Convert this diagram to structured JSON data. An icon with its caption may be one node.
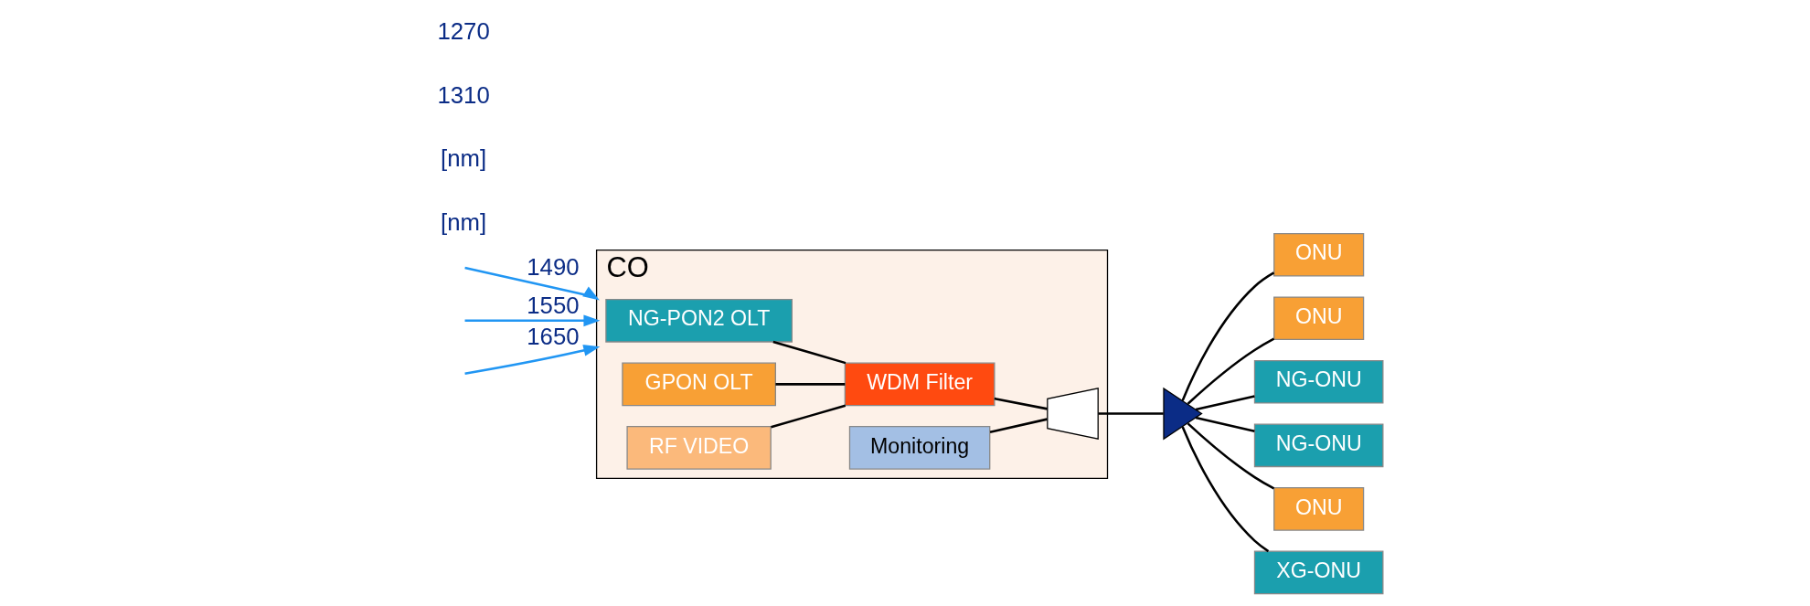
{
  "diagram": {
    "nodes": [
      {
        "text": [
          "CO"
        ]
      },
      {
        "text": [
          "NG-PON2 OLT"
        ],
        "in": 0
      },
      {
        "text": [
          "GPON OLT"
        ],
        "in": 0
      },
      {
        "text": [
          "RF VIDEO"
        ],
        "in": 0
      },
      {
        "text": [
          "Monitoring"
        ],
        "in": 0
      },
      {
        "text": [
          "WDM Filter"
        ],
        "in": 0
      },
      {
        "text": [],
        "shape": "trapezoid",
        "in": 0
      },
      {
        "text": [],
        "shape": "triangle"
      },
      {
        "text": [
          "ONU"
        ]
      },
      {
        "text": [
          "ONU"
        ]
      },
      {
        "text": [
          "NG-ONU"
        ]
      },
      {
        "text": [
          "NG-ONU"
        ]
      },
      {
        "text": [
          "ONU"
        ]
      },
      {
        "text": [
          "XG-ONU"
        ]
      }
    ],
    "edges": [
      {
        "from": 1,
        "to": 5,
        "arrow": "none"
      },
      {
        "from": 2,
        "to": 5,
        "arrow": "none"
      },
      {
        "from": 3,
        "to": 5,
        "arrow": "none"
      },
      {
        "from": 5,
        "to": 6,
        "arrow": "none"
      },
      {
        "from": 4,
        "to": 6,
        "arrow": "none"
      },
      {
        "from": 6,
        "to": 7,
        "arrow": "none"
      },
      {
        "from": 7,
        "to": 8,
        "arrow": "none"
      },
      {
        "from": 7,
        "to": 9,
        "arrow": "none"
      },
      {
        "from": 7,
        "to": 10,
        "arrow": "none"
      },
      {
        "from": 7,
        "to": 11,
        "arrow": "none"
      },
      {
        "from": 7,
        "to": 12,
        "arrow": "none"
      },
      {
        "from": 7,
        "to": 13,
        "arrow": "none"
      },
      {
        "from": null,
        "to": 0,
        "arrow": "to",
        "label": "1490",
        "color": "#2196f3"
      },
      {
        "from": null,
        "to": 0,
        "arrow": "to",
        "label": "1550",
        "color": "#2196f3"
      },
      {
        "from": null,
        "to": 0,
        "arrow": "to",
        "label": "1650",
        "color": "#2196f3"
      }
    ],
    "labels": [
      "[nm]",
      "[nm]",
      "1310",
      "1270"
    ]
  }
}
